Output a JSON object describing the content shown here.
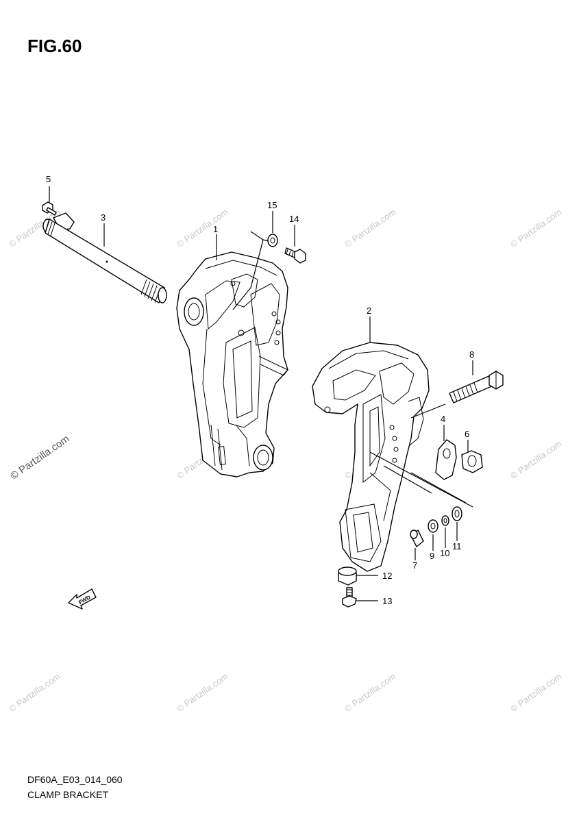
{
  "figure": {
    "title": "FIG.60",
    "code": "DF60A_E03_014_060",
    "name": "CLAMP BRACKET"
  },
  "watermark": "© Partzilla.com",
  "callouts": [
    "1",
    "2",
    "3",
    "4",
    "5",
    "6",
    "7",
    "8",
    "9",
    "10",
    "11",
    "12",
    "13",
    "14",
    "15"
  ],
  "fwd_label": "FWD"
}
